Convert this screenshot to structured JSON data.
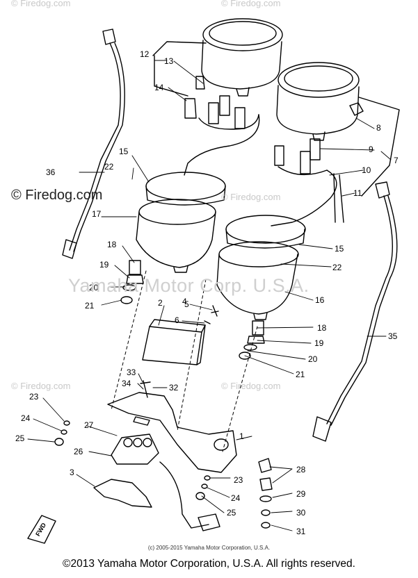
{
  "watermarks": {
    "top_left": "© Firedog.com",
    "top_right": "© Firedog.com",
    "mid_left": "© Firedog.com",
    "mid_right": "© Firedog.com",
    "low_left": "© Firedog.com",
    "low_right": "© Firedog.com",
    "center": "Yamaha Motor Corp. U.S.A."
  },
  "part_labels": [
    "1",
    "2",
    "3",
    "4",
    "5",
    "6",
    "7",
    "8",
    "9",
    "10",
    "11",
    "12",
    "13",
    "14",
    "15",
    "16",
    "17",
    "18",
    "19",
    "20",
    "21",
    "22",
    "23",
    "24",
    "25",
    "26",
    "27",
    "28",
    "29",
    "30",
    "31",
    "32",
    "33",
    "34",
    "35",
    "36"
  ],
  "fwd_label": "FWD",
  "footer": {
    "small_copyright": "(c) 2005-2015 Yamaha Motor Corporation, U.S.A.",
    "copyright": "©2013 Yamaha Motor Corporation, U.S.A. All rights reserved."
  }
}
